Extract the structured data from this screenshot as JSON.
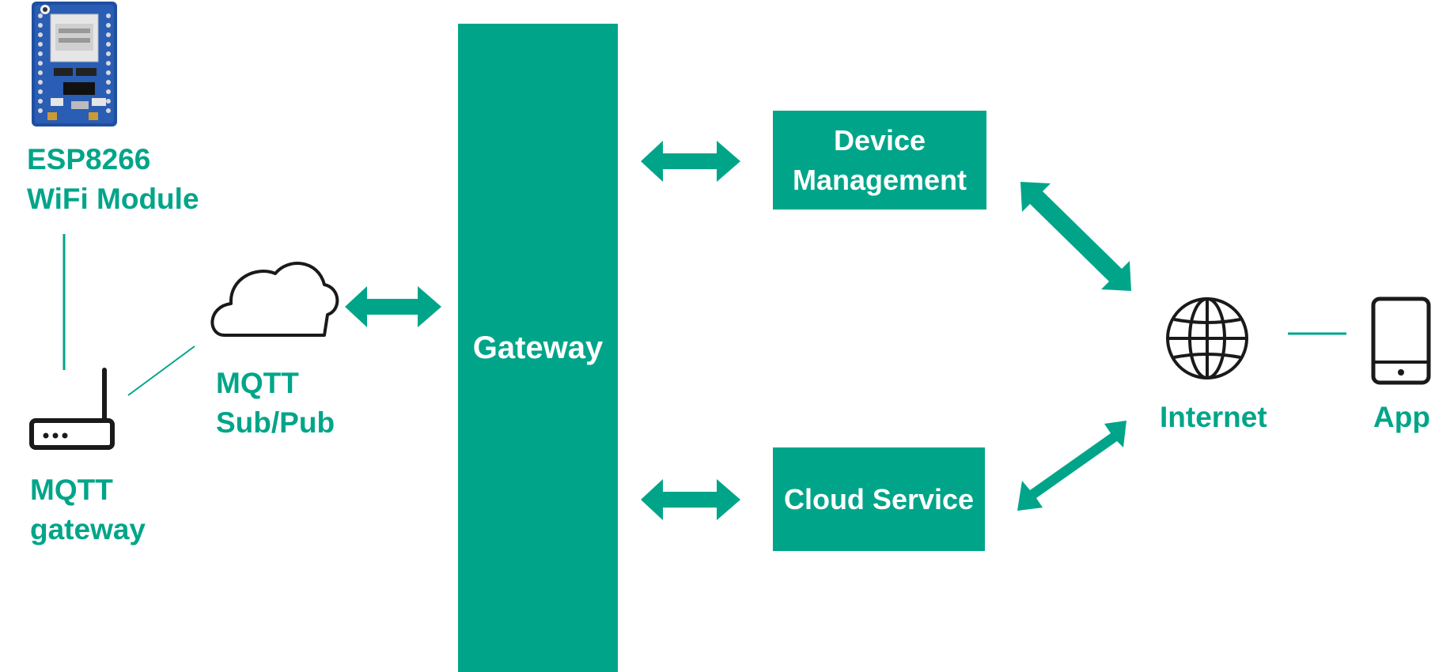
{
  "nodes": {
    "esp_module": {
      "line1": "ESP8266",
      "line2": "WiFi Module"
    },
    "mqtt_gateway": {
      "line1": "MQTT",
      "line2": "gateway"
    },
    "mqtt_subpub": {
      "line1": "MQTT",
      "line2": "Sub/Pub"
    },
    "gateway": {
      "label": "Gateway"
    },
    "device_management": {
      "line1": "Device",
      "line2": "Management"
    },
    "cloud_service": {
      "label": "Cloud Service"
    },
    "internet": {
      "label": "Internet"
    },
    "app": {
      "label": "App"
    }
  },
  "colors": {
    "accent": "#00a589",
    "icon": "#1a1a1a",
    "board": "#1f4fa0"
  }
}
